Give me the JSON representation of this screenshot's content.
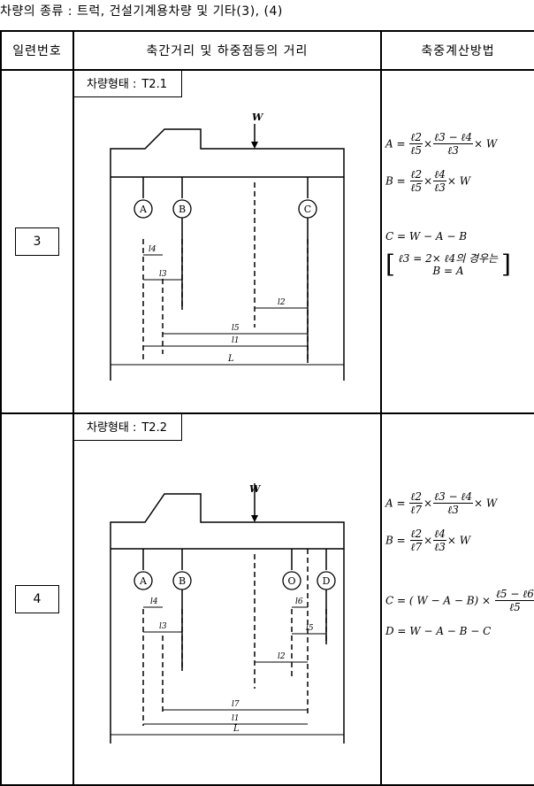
{
  "page_title": "차량의 종류 : 트럭, 건설기계용차량 및 기타(3), (4)",
  "headers": {
    "col1": "일련번호",
    "col2": "축간거리 및 하중점등의 거리",
    "col3": "축중계산방법"
  },
  "rows": [
    {
      "number": "3",
      "type_label": "차량형태 :",
      "type_code": "T2.1",
      "formulas": {
        "A_lhs": "A =",
        "A_f1_num": "ℓ2",
        "A_f1_den": "ℓ5",
        "A_f2_num": "ℓ3 − ℓ4",
        "A_f2_den": "ℓ3",
        "A_tail": "× W",
        "B_lhs": "B =",
        "B_f1_num": "ℓ2",
        "B_f1_den": "ℓ5",
        "B_f2_num": "ℓ4",
        "B_f2_den": "ℓ3",
        "B_tail": "× W",
        "C_line": "C = W − A − B",
        "note_line1": "ℓ3 = 2× ℓ4의 경우는",
        "note_line2": "B = A"
      }
    },
    {
      "number": "4",
      "type_label": "차량형태 :",
      "type_code": "T2.2",
      "formulas": {
        "A_lhs": "A =",
        "A_f1_num": "ℓ2",
        "A_f1_den": "ℓ7",
        "A_f2_num": "ℓ3 − ℓ4",
        "A_f2_den": "ℓ3",
        "A_tail": "× W",
        "B_lhs": "B =",
        "B_f1_num": "ℓ2",
        "B_f1_den": "ℓ7",
        "B_f2_num": "ℓ4",
        "B_f2_den": "ℓ3",
        "B_tail": "× W",
        "C_lhs": "C = ( W − A − B) ×",
        "C_f_num": "ℓ5 − ℓ6",
        "C_f_den": "ℓ5",
        "D_line": "D = W − A − B − C"
      }
    }
  ],
  "diagram_labels": {
    "load": "W",
    "axle_a": "A",
    "axle_b": "B",
    "axle_c": "C",
    "axle_d": "D",
    "axle_o": "O",
    "l1": "l1",
    "l2": "l2",
    "l3": "l3",
    "l4": "l4",
    "l5": "l5",
    "l6": "l6",
    "l7": "l7",
    "L": "L"
  }
}
